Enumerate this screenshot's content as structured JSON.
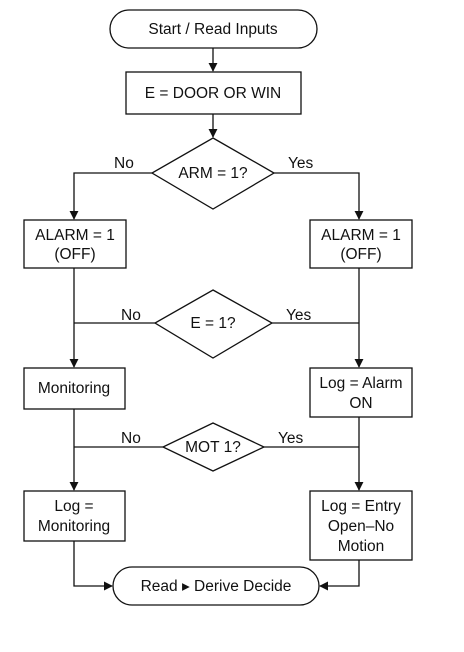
{
  "nodes": {
    "start": "Start / Read Inputs",
    "set_e": "E = DOOR OR WIN",
    "arm_check": "ARM = 1?",
    "alarm_left": [
      "ALARM = 1",
      "(OFF)"
    ],
    "alarm_right": [
      "ALARM = 1",
      "(OFF)"
    ],
    "e_check": "E = 1?",
    "monitoring": "Monitoring",
    "log_alarm_on": [
      "Log = Alarm",
      "ON"
    ],
    "mot_check": "MOT 1?",
    "log_monitoring": [
      "Log =",
      "Monitoring"
    ],
    "log_entry": [
      "Log = Entry",
      "Open–No",
      "Motion"
    ],
    "end": "Read ▸ Derive Decide"
  },
  "branch_labels": {
    "arm_no": "No",
    "arm_yes": "Yes",
    "e_no": "No",
    "e_yes": "Yes",
    "mot_no": "No",
    "mot_yes": "Yes"
  }
}
